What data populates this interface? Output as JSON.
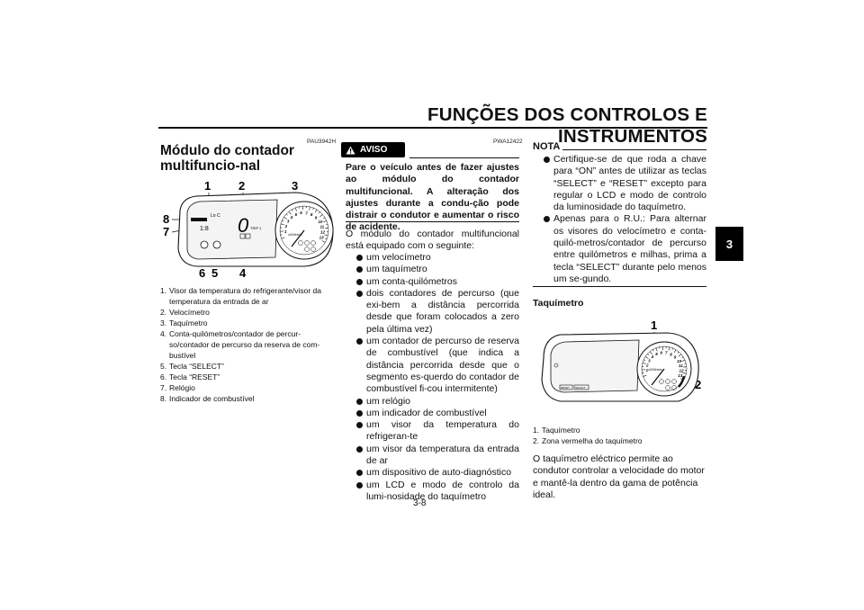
{
  "header": {
    "title": "FUNÇÕES DOS CONTROLOS E INSTRUMENTOS",
    "chapter_tab": "3",
    "page_number": "3-8"
  },
  "left": {
    "code": "PAU3942H",
    "title": "Módulo do contador multifuncio-nal",
    "callouts": [
      "1",
      "2",
      "3",
      "8",
      "7",
      "6",
      "5",
      "4"
    ],
    "captions": [
      {
        "n": "1.",
        "text": "Visor da temperatura do refrigerante/visor da temperatura da entrada de ar"
      },
      {
        "n": "2.",
        "text": "Velocímetro"
      },
      {
        "n": "3.",
        "text": "Taquímetro"
      },
      {
        "n": "4.",
        "text": "Conta-quilómetros/contador de percur-so/contador de percurso da reserva de com-bustível"
      },
      {
        "n": "5.",
        "text": "Tecla “SELECT”"
      },
      {
        "n": "6.",
        "text": "Tecla “RESET”"
      },
      {
        "n": "7.",
        "text": "Relógio"
      },
      {
        "n": "8.",
        "text": "Indicador de combustível"
      }
    ],
    "lcd_speed": "0",
    "lcd_clock": "1:8",
    "lcd_small": "Lo  C",
    "lcd_trip": "TRIP 1",
    "tach_numbers": [
      "1",
      "2",
      "3",
      "4",
      "5",
      "6",
      "7",
      "8",
      "9",
      "10",
      "11",
      "12",
      "13"
    ],
    "tach_unit": "x1000r/min"
  },
  "middle": {
    "code": "PWA12422",
    "warning_label": "AVISO",
    "warning_text": "Pare o veículo antes de fazer ajustes ao módulo do contador multifuncional. A alteração dos ajustes durante a condu-ção pode distrair o condutor e aumentar o risco de acidente.",
    "intro": "O módulo do contador multifuncional está equipado com o seguinte:",
    "items": [
      "um velocímetro",
      "um taquímetro",
      "um conta-quilómetros",
      "dois contadores de percurso (que exi-bem a distância percorrida desde que foram colocados a zero pela última vez)",
      "um contador de percurso de reserva de combustível (que indica a distância percorrida desde que o segmento es-querdo do contador de combustível fi-cou intermitente)",
      "um relógio",
      "um indicador de combustível",
      "um visor da temperatura do refrigeran-te",
      "um visor da temperatura da entrada de ar",
      "um dispositivo de auto-diagnóstico",
      "um LCD e modo de controlo da lumi-nosidade do taquímetro"
    ]
  },
  "right": {
    "nota_label": "NOTA",
    "nota_items": [
      "Certifique-se de que roda a chave para “ON” antes de utilizar as teclas “SELECT” e “RESET” excepto para regular o LCD e modo de controlo da luminosidade do taquímetro.",
      "Apenas para o R.U.: Para alternar os visores do velocímetro e conta-quiló-metros/contador de percurso entre quilómetros e milhas, prima a tecla “SELECT” durante pelo menos um se-gundo."
    ],
    "subtitle": "Taquímetro",
    "callouts": [
      "1",
      "2"
    ],
    "captions": [
      {
        "n": "1.",
        "text": "Taquímetro"
      },
      {
        "n": "2.",
        "text": "Zona vermelha do taquímetro"
      }
    ],
    "paragraph": "O taquímetro eléctrico permite ao condutor controlar a velocidade do motor e mantê-la dentro da gama de potência ideal.",
    "button_labels": [
      "RESET",
      "SELECT"
    ]
  }
}
